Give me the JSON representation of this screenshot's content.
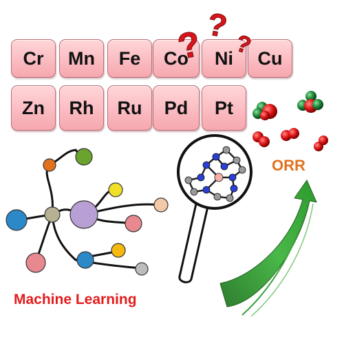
{
  "elements": {
    "row1": [
      "Cr",
      "Mn",
      "Fe",
      "Co",
      "Ni",
      "Cu"
    ],
    "row2": [
      "Zn",
      "Rh",
      "Ru",
      "Pd",
      "Pt"
    ]
  },
  "question_marks": [
    "?",
    "?",
    "?"
  ],
  "labels": {
    "machine_learning": "Machine Learning",
    "orr": "ORR"
  },
  "colors": {
    "tile_fill": "#f7b3b9",
    "ml_text": "#e31b1b",
    "orr_text": "#e2711d",
    "question": "#d8141c",
    "oxygen": "#e01616",
    "hydrogen_group": "#1f8a3a",
    "arrow": "#2e9a2e",
    "nitrogen": "#2a3fd6",
    "carbon": "#909090",
    "metal": "#f3b0a8"
  },
  "icons": {
    "magnifier": "magnifying-glass-icon",
    "network": "machine-learning-network-icon",
    "molecules": "oxygen-molecule-icon",
    "arrow": "curved-arrow-icon"
  }
}
